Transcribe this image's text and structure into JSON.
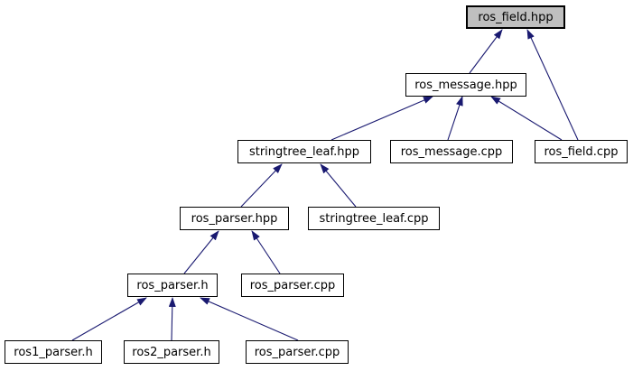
{
  "diagram": {
    "type": "include-dependency-graph",
    "background_color": "#ffffff",
    "edge_color": "#191970",
    "node_border_color": "#000000",
    "node_fill_color": "#ffffff",
    "selected_node_fill_color": "#bfbfbf",
    "nodes": [
      {
        "id": "ros_field_hpp",
        "label": "ros_field.hpp",
        "selected": true
      },
      {
        "id": "ros_message_hpp",
        "label": "ros_message.hpp",
        "selected": false
      },
      {
        "id": "stringtree_leaf_hpp",
        "label": "stringtree_leaf.hpp",
        "selected": false
      },
      {
        "id": "ros_message_cpp",
        "label": "ros_message.cpp",
        "selected": false
      },
      {
        "id": "ros_field_cpp",
        "label": "ros_field.cpp",
        "selected": false
      },
      {
        "id": "ros_parser_hpp",
        "label": "ros_parser.hpp",
        "selected": false
      },
      {
        "id": "stringtree_leaf_cpp",
        "label": "stringtree_leaf.cpp",
        "selected": false
      },
      {
        "id": "ros_parser_h",
        "label": "ros_parser.h",
        "selected": false
      },
      {
        "id": "ros_parser_cpp_mid",
        "label": "ros_parser.cpp",
        "selected": false
      },
      {
        "id": "ros1_parser_h",
        "label": "ros1_parser.h",
        "selected": false
      },
      {
        "id": "ros2_parser_h",
        "label": "ros2_parser.h",
        "selected": false
      },
      {
        "id": "ros_parser_cpp_bot",
        "label": "ros_parser.cpp",
        "selected": false
      }
    ],
    "edges": [
      {
        "from": "ros_message_hpp",
        "to": "ros_field_hpp"
      },
      {
        "from": "ros_field_cpp",
        "to": "ros_field_hpp"
      },
      {
        "from": "stringtree_leaf_hpp",
        "to": "ros_message_hpp"
      },
      {
        "from": "ros_message_cpp",
        "to": "ros_message_hpp"
      },
      {
        "from": "ros_field_cpp",
        "to": "ros_message_hpp"
      },
      {
        "from": "ros_parser_hpp",
        "to": "stringtree_leaf_hpp"
      },
      {
        "from": "stringtree_leaf_cpp",
        "to": "stringtree_leaf_hpp"
      },
      {
        "from": "ros_parser_h",
        "to": "ros_parser_hpp"
      },
      {
        "from": "ros_parser_cpp_mid",
        "to": "ros_parser_hpp"
      },
      {
        "from": "ros1_parser_h",
        "to": "ros_parser_h"
      },
      {
        "from": "ros2_parser_h",
        "to": "ros_parser_h"
      },
      {
        "from": "ros_parser_cpp_bot",
        "to": "ros_parser_h"
      }
    ]
  }
}
